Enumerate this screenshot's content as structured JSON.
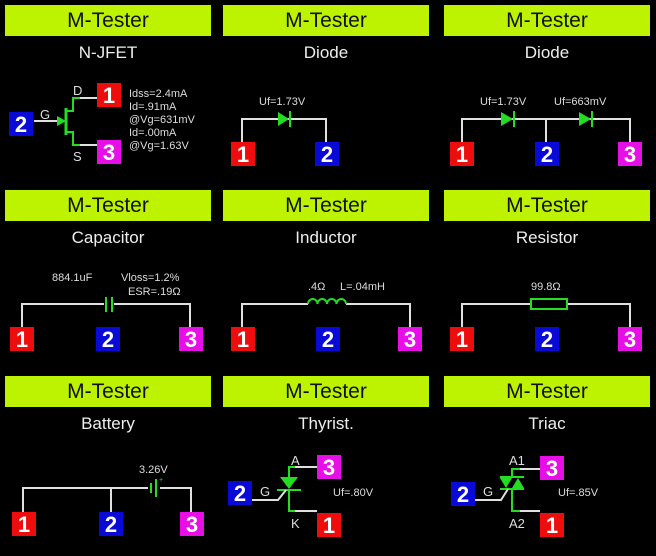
{
  "app_title": "M-Tester",
  "colors": {
    "header_bg": "#bdf200",
    "pin1": "#ee0d0d",
    "pin2": "#0a0ad8",
    "pin3": "#e80ee8",
    "component": "#22dd22",
    "wire": "#e0e0e0"
  },
  "panels": [
    {
      "header": "M-Tester",
      "component": "N-JFET",
      "pins": {
        "gate": "2",
        "drain": "1",
        "source": "3"
      },
      "terminal_labels": {
        "gate": "G",
        "drain": "D",
        "source": "S"
      },
      "readings": [
        "Idss=2.4mA",
        "Id=.91mA",
        "@Vg=631mV",
        "Id=.00mA",
        "@Vg=1.63V"
      ]
    },
    {
      "header": "M-Tester",
      "component": "Diode",
      "pins": [
        "1",
        "2"
      ],
      "readings": [
        "Uf=1.73V"
      ]
    },
    {
      "header": "M-Tester",
      "component": "Diode",
      "pins": [
        "1",
        "2",
        "3"
      ],
      "readings": [
        "Uf=1.73V",
        "Uf=663mV"
      ]
    },
    {
      "header": "M-Tester",
      "component": "Capacitor",
      "pins": [
        "1",
        "2",
        "3"
      ],
      "readings": [
        "884.1uF",
        "Vloss=1.2%",
        "ESR=.19Ω"
      ]
    },
    {
      "header": "M-Tester",
      "component": "Inductor",
      "pins": [
        "1",
        "2",
        "3"
      ],
      "readings": [
        ".4Ω",
        "L=.04mH"
      ]
    },
    {
      "header": "M-Tester",
      "component": "Resistor",
      "pins": [
        "1",
        "2",
        "3"
      ],
      "readings": [
        "99.8Ω"
      ]
    },
    {
      "header": "M-Tester",
      "component": "Battery",
      "pins": [
        "1",
        "2",
        "3"
      ],
      "readings": [
        "3.26V"
      ]
    },
    {
      "header": "M-Tester",
      "component": "Thyrist.",
      "pins": {
        "gate": "2",
        "anode": "3",
        "cathode": "1"
      },
      "terminal_labels": {
        "gate": "G",
        "anode": "A",
        "cathode": "K"
      },
      "readings": [
        "Uf=.80V"
      ]
    },
    {
      "header": "M-Tester",
      "component": "Triac",
      "pins": {
        "gate": "2",
        "a1": "3",
        "a2": "1"
      },
      "terminal_labels": {
        "gate": "G",
        "a1": "A1",
        "a2": "A2"
      },
      "readings": [
        "Uf=.85V"
      ]
    }
  ]
}
